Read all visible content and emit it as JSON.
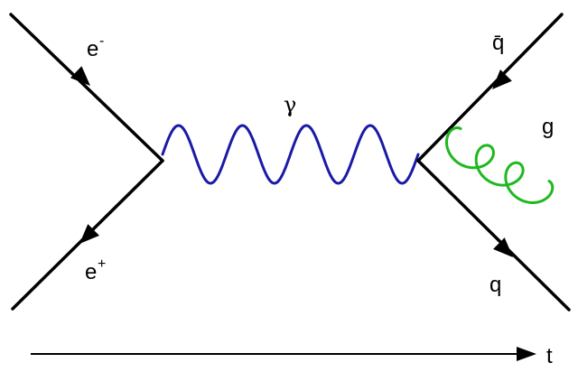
{
  "labels": {
    "electron": "e",
    "electron_charge": "-",
    "positron": "e",
    "positron_charge": "+",
    "photon": "γ",
    "antiquark": "q̄",
    "quark": "q",
    "gluon": "g",
    "time_axis": "t"
  },
  "colors": {
    "fermion_line": "#000000",
    "photon": "#1a1aa8",
    "gluon": "#1fb81f"
  },
  "icons": {
    "photon": "wavy-line",
    "gluon": "curly-loop-line",
    "arrow": "triangle-arrowhead"
  }
}
